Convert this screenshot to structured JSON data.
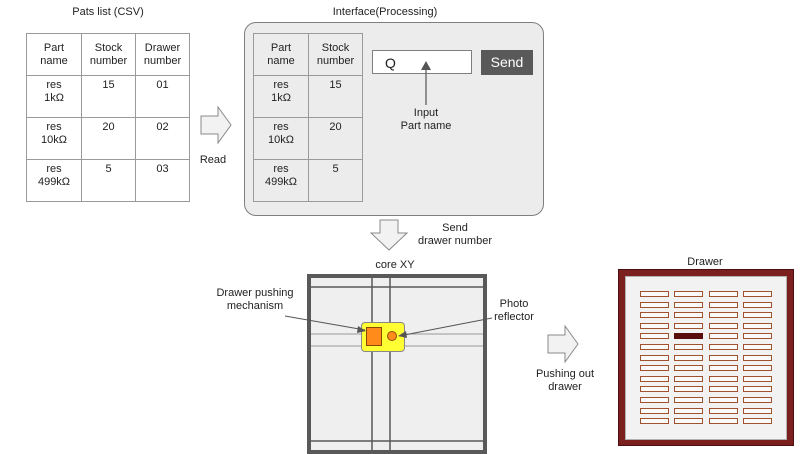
{
  "csv_list": {
    "title": "Pats list (CSV)",
    "headers": [
      "Part\nname",
      "Stock\nnumber",
      "Drawer\nnumber"
    ],
    "rows": [
      [
        "res\n1kΩ",
        "15",
        "01"
      ],
      [
        "res\n10kΩ",
        "20",
        "02"
      ],
      [
        "res\n499kΩ",
        "5",
        "03"
      ]
    ]
  },
  "read_label": "Read",
  "interface": {
    "title": "Interface(Processing)",
    "headers": [
      "Part\nname",
      "Stock\nnumber"
    ],
    "rows": [
      [
        "res\n1kΩ",
        "15"
      ],
      [
        "res\n10kΩ",
        "20"
      ],
      [
        "res\n499kΩ",
        "5"
      ]
    ],
    "search_value": "Q",
    "send_button": "Send",
    "input_hint_line1": "Input",
    "input_hint_line2": "Part name"
  },
  "send_drawer": {
    "line1": "Send",
    "line2": "drawer number"
  },
  "corexy": {
    "title": "core XY",
    "pusher_label_line1": "Drawer  pushing",
    "pusher_label_line2": "mechanism",
    "photo_label_line1": "Photo",
    "photo_label_line2": "reflector"
  },
  "pushing_out": {
    "line1": "Pushing out",
    "line2": "drawer"
  },
  "drawer": {
    "title": "Drawer",
    "rows": 13,
    "cols": 4,
    "active_row": 4,
    "active_col": 1
  },
  "colors": {
    "drawer_frame": "#7b1f1f",
    "active_drawer": "#5a0d0d",
    "mechanism_body": "#ffff33",
    "mechanism_block": "#ff8c1a",
    "send_button": "#595959"
  }
}
